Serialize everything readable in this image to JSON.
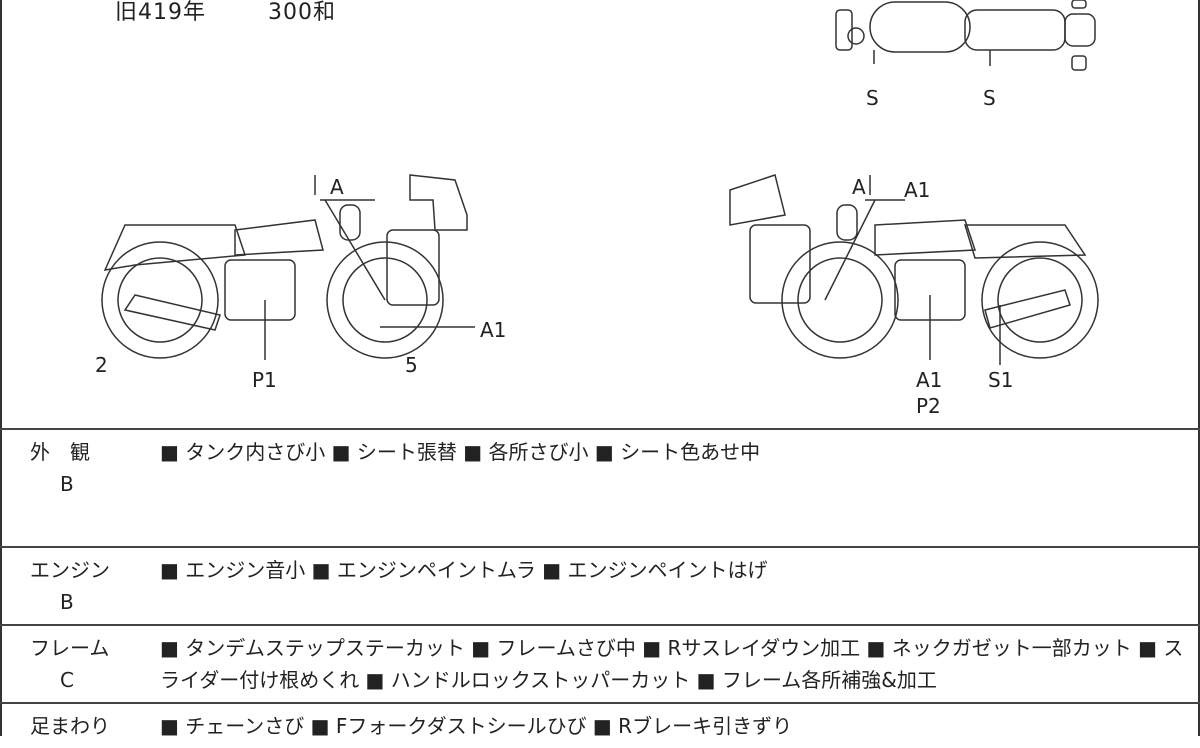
{
  "header": {
    "year": "旧419年",
    "cc": "300和"
  },
  "diagram": {
    "top_labels": [
      "S",
      "S"
    ],
    "left_labels": {
      "a": "A",
      "a1": "A1",
      "two": "2",
      "p1": "P1",
      "five": "5"
    },
    "right_labels": {
      "a": "A",
      "a1_top": "A1",
      "a1_bottom": "A1",
      "p2": "P2",
      "s1": "S1"
    }
  },
  "sections": [
    {
      "name": "外　観",
      "grade": "B",
      "items": "■ タンク内さび小 ■ シート張替 ■ 各所さび小 ■ シート色あせ中"
    },
    {
      "name": "エンジン",
      "grade": "B",
      "items": "■ エンジン音小 ■ エンジンペイントムラ ■ エンジンペイントはげ"
    },
    {
      "name": "フレーム",
      "grade": "C",
      "items": "■ タンデムステップステーカット ■ フレームさび中 ■ Rサスレイダウン加工 ■ ネックガゼット一部カット ■ スライダー付け根めくれ ■ ハンドルロックストッパーカット ■ フレーム各所補強&加工"
    },
    {
      "name": "足まわり",
      "grade": "",
      "items": "■ チェーンさび ■ Fフォークダストシールひび ■ Rブレーキ引きずり"
    }
  ]
}
